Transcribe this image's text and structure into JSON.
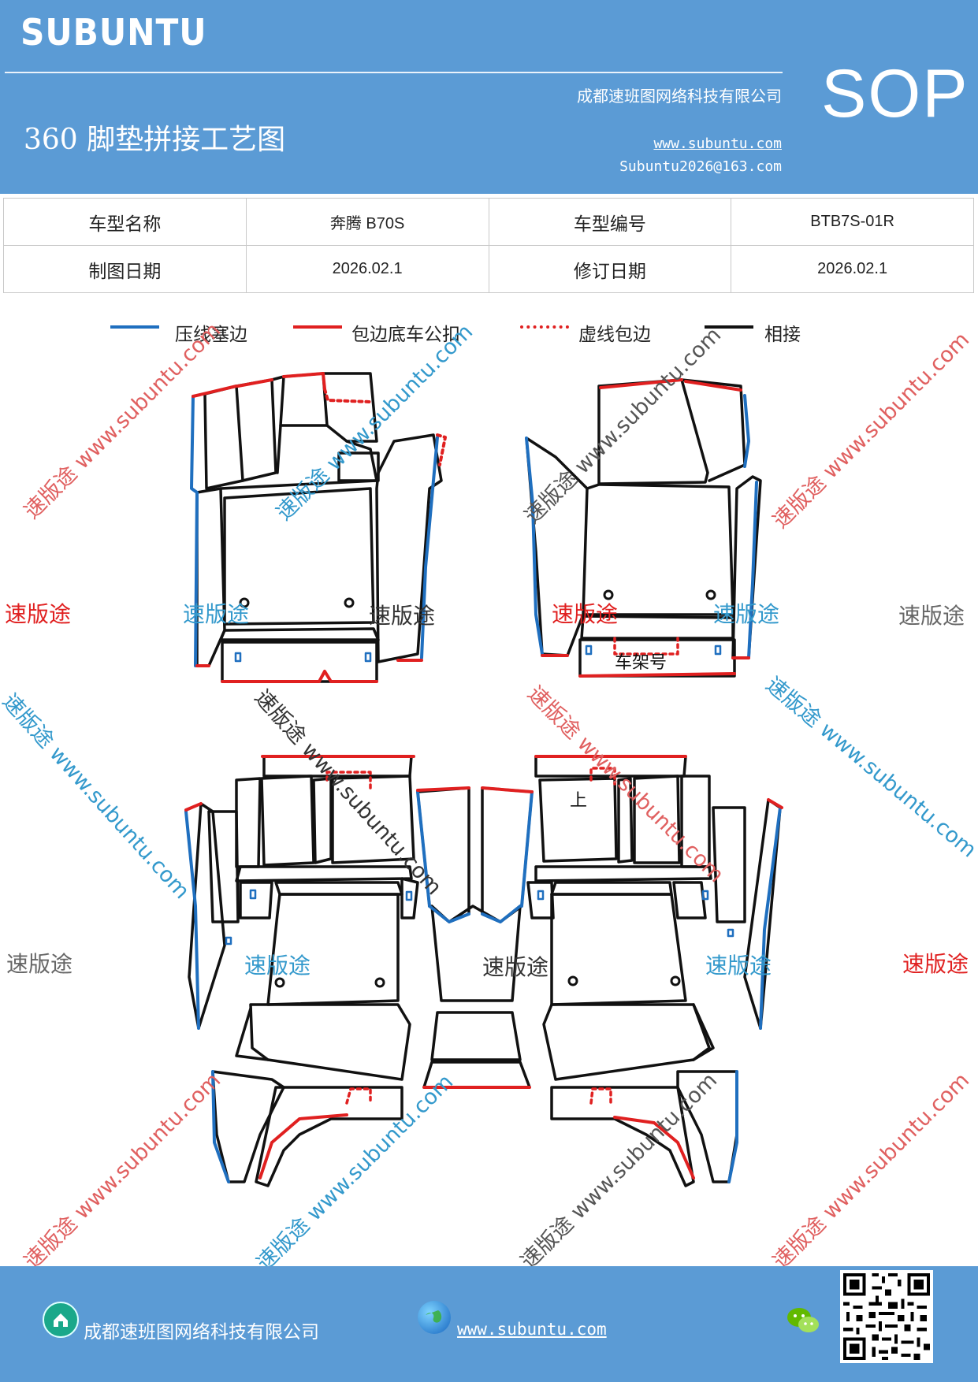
{
  "header": {
    "brand": "SUBUNTU",
    "company": "成都速班图网络科技有限公司",
    "badge": "SOP",
    "title": "360 脚垫拼接工艺图",
    "website": "www.subuntu.com",
    "email": "Subuntu2026@163.com",
    "background_color": "#5b9bd5"
  },
  "info_table": {
    "rows": [
      [
        "车型名称",
        "奔腾 B70S",
        "车型编号",
        "BTB7S-01R"
      ],
      [
        "制图日期",
        "2026.02.1",
        "修订日期",
        "2026.02.1"
      ]
    ]
  },
  "legend": {
    "items": [
      {
        "label": "压线塞边",
        "color": "#1f6fbf",
        "style": "solid"
      },
      {
        "label": "包边底车公扣",
        "color": "#e02020",
        "style": "solid"
      },
      {
        "label": "虚线包边",
        "color": "#e02020",
        "style": "dashed"
      },
      {
        "label": "相接",
        "color": "#111111",
        "style": "solid"
      }
    ]
  },
  "diagram": {
    "label_vin": "车架号",
    "label_top": "上",
    "brand_cn": "速版途",
    "watermark_url": "www.subuntu.com",
    "watermark_cn": "速版途"
  },
  "footer": {
    "company": "成都速班图网络科技有限公司",
    "website": "www.subuntu.com",
    "icons": [
      "home-icon",
      "globe-icon",
      "wechat-icon",
      "qr-code"
    ]
  }
}
